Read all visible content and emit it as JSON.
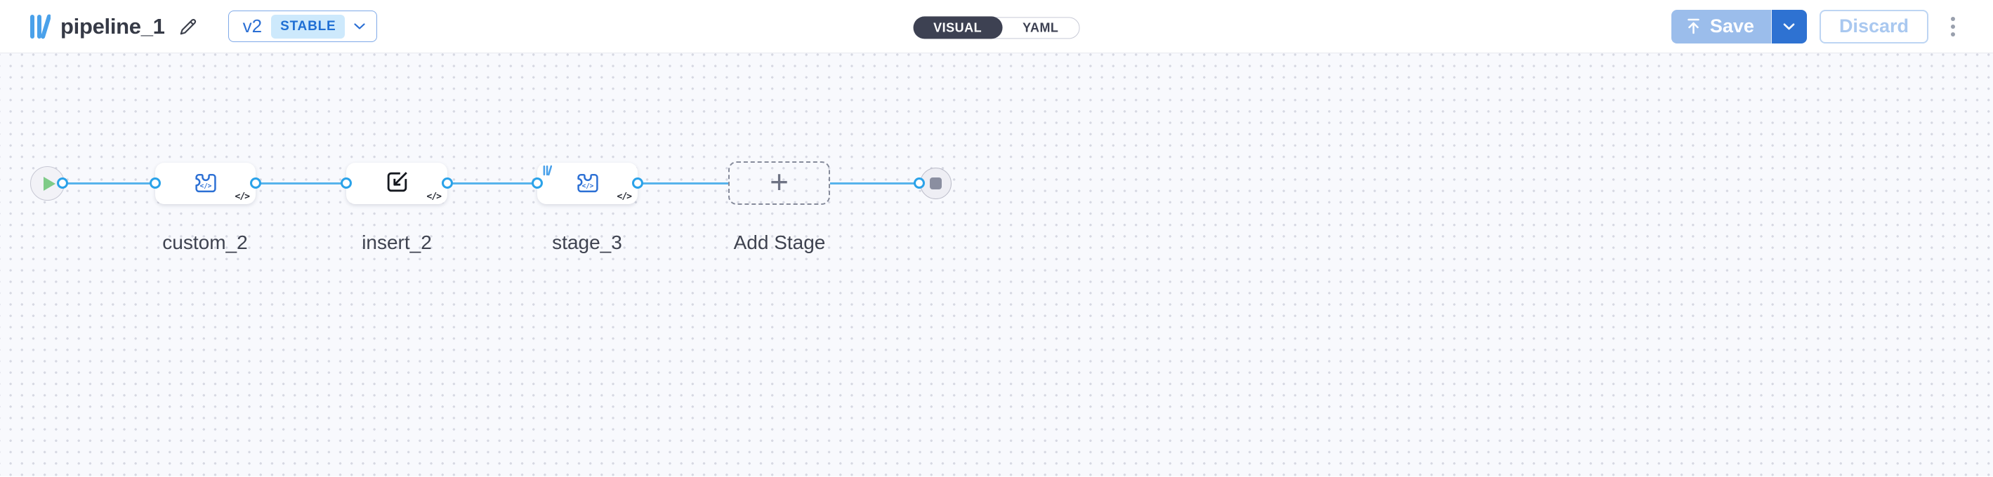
{
  "header": {
    "title": "pipeline_1",
    "version": {
      "label": "v2",
      "badge": "STABLE"
    },
    "view_toggle": {
      "visual": "VISUAL",
      "yaml": "YAML",
      "active": "VISUAL"
    },
    "save_label": "Save",
    "discard_label": "Discard"
  },
  "pipeline": {
    "flow": [
      "start",
      "custom_2",
      "insert_2",
      "stage_3",
      "add_stage",
      "end"
    ],
    "stages": [
      {
        "label": "custom_2",
        "icon": "function-puzzle-icon",
        "code_badge": "</>"
      },
      {
        "label": "insert_2",
        "icon": "import-icon",
        "code_badge": "</>"
      },
      {
        "label": "stage_3",
        "icon": "function-puzzle-icon",
        "code_badge": "</>",
        "corner_badge": "library-mark"
      },
      {
        "label": "Add Stage",
        "icon": "plus-icon",
        "plus": "+",
        "type": "add-stage-placeholder"
      }
    ],
    "start_node": "play",
    "end_node": "stop"
  },
  "icons": {
    "code_glyph": "</>"
  },
  "colors": {
    "brand_blue": "#4aa1ea",
    "accent_blue": "#2b6fd4",
    "edge_blue": "#57b3ec",
    "connector_ring": "#2aa2e9",
    "stable_badge_bg": "#cde9fc",
    "stable_badge_text": "#1f6fd4",
    "toggle_active_bg": "#3d4152",
    "save_button_bg": "#9bbdeb",
    "save_dropdown_bg": "#2e72d2",
    "discard_text": "#a9c8f0",
    "canvas_bg": "#f8f9fd",
    "canvas_dot": "#d6d8e2",
    "play_green": "#7fcb88",
    "stop_gray": "#8a8ea0",
    "label_text": "#3f4350"
  }
}
